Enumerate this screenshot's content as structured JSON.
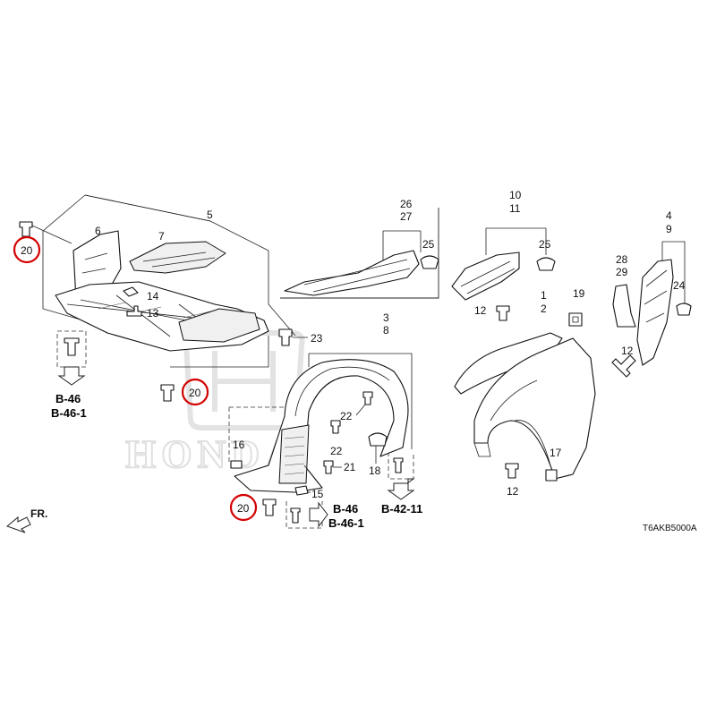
{
  "callouts": [
    "1",
    "2",
    "3",
    "4",
    "5",
    "6",
    "7",
    "8",
    "9",
    "10",
    "11",
    "12",
    "13",
    "14",
    "15",
    "16",
    "17",
    "18",
    "19",
    "20",
    "21",
    "22",
    "23",
    "24",
    "25",
    "26",
    "27",
    "28",
    "29"
  ],
  "refs": {
    "b46": "B-46",
    "b461": "B-46-1",
    "b4211": "B-42-11"
  },
  "front_label": "FR.",
  "diagram_code": "T6AKB5000A",
  "watermark": "HONDA",
  "highlight_color": "#d40000"
}
